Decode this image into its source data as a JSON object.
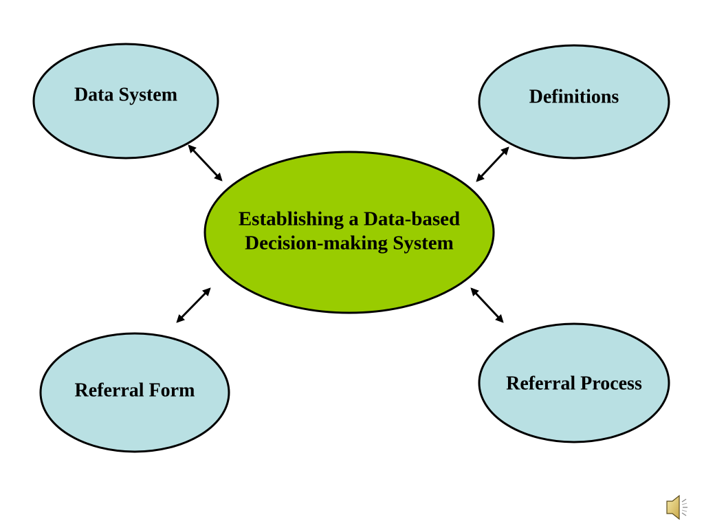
{
  "diagram": {
    "center": {
      "line1": "Establishing a Data-based",
      "line2": "Decision-making System",
      "fill": "#99cc00"
    },
    "nodes": {
      "data_system": "Data System",
      "definitions": "Definitions",
      "referral_form": "Referral Form",
      "referral_process": "Referral Process"
    },
    "node_fill": "#b9e0e3",
    "outline": "#000000"
  },
  "speaker_icon": "speaker-icon"
}
